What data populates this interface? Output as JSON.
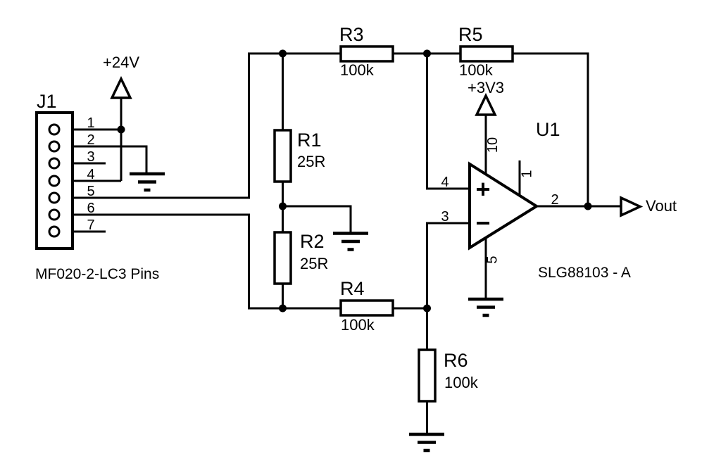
{
  "schematic": {
    "connector": {
      "designator": "J1",
      "part_label": "MF020-2-LC3 Pins",
      "pins": [
        "1",
        "2",
        "3",
        "4",
        "5",
        "6",
        "7"
      ]
    },
    "power": {
      "v24": "+24V",
      "v3v3": "+3V3"
    },
    "resistors": {
      "r1": {
        "designator": "R1",
        "value": "25R"
      },
      "r2": {
        "designator": "R2",
        "value": "25R"
      },
      "r3": {
        "designator": "R3",
        "value": "100k"
      },
      "r4": {
        "designator": "R4",
        "value": "100k"
      },
      "r5": {
        "designator": "R5",
        "value": "100k"
      },
      "r6": {
        "designator": "R6",
        "value": "100k"
      }
    },
    "opamp": {
      "designator": "U1",
      "part_label": "SLG88103 - A",
      "plus_sign": "+",
      "minus_sign": "−",
      "pins": {
        "noninverting": "4",
        "inverting": "3",
        "output": "2",
        "vdd": "10",
        "enable": "1",
        "vss": "5"
      }
    },
    "nets": {
      "output": "Vout"
    },
    "colors": {
      "ink": "#000000",
      "background": "#ffffff"
    }
  }
}
